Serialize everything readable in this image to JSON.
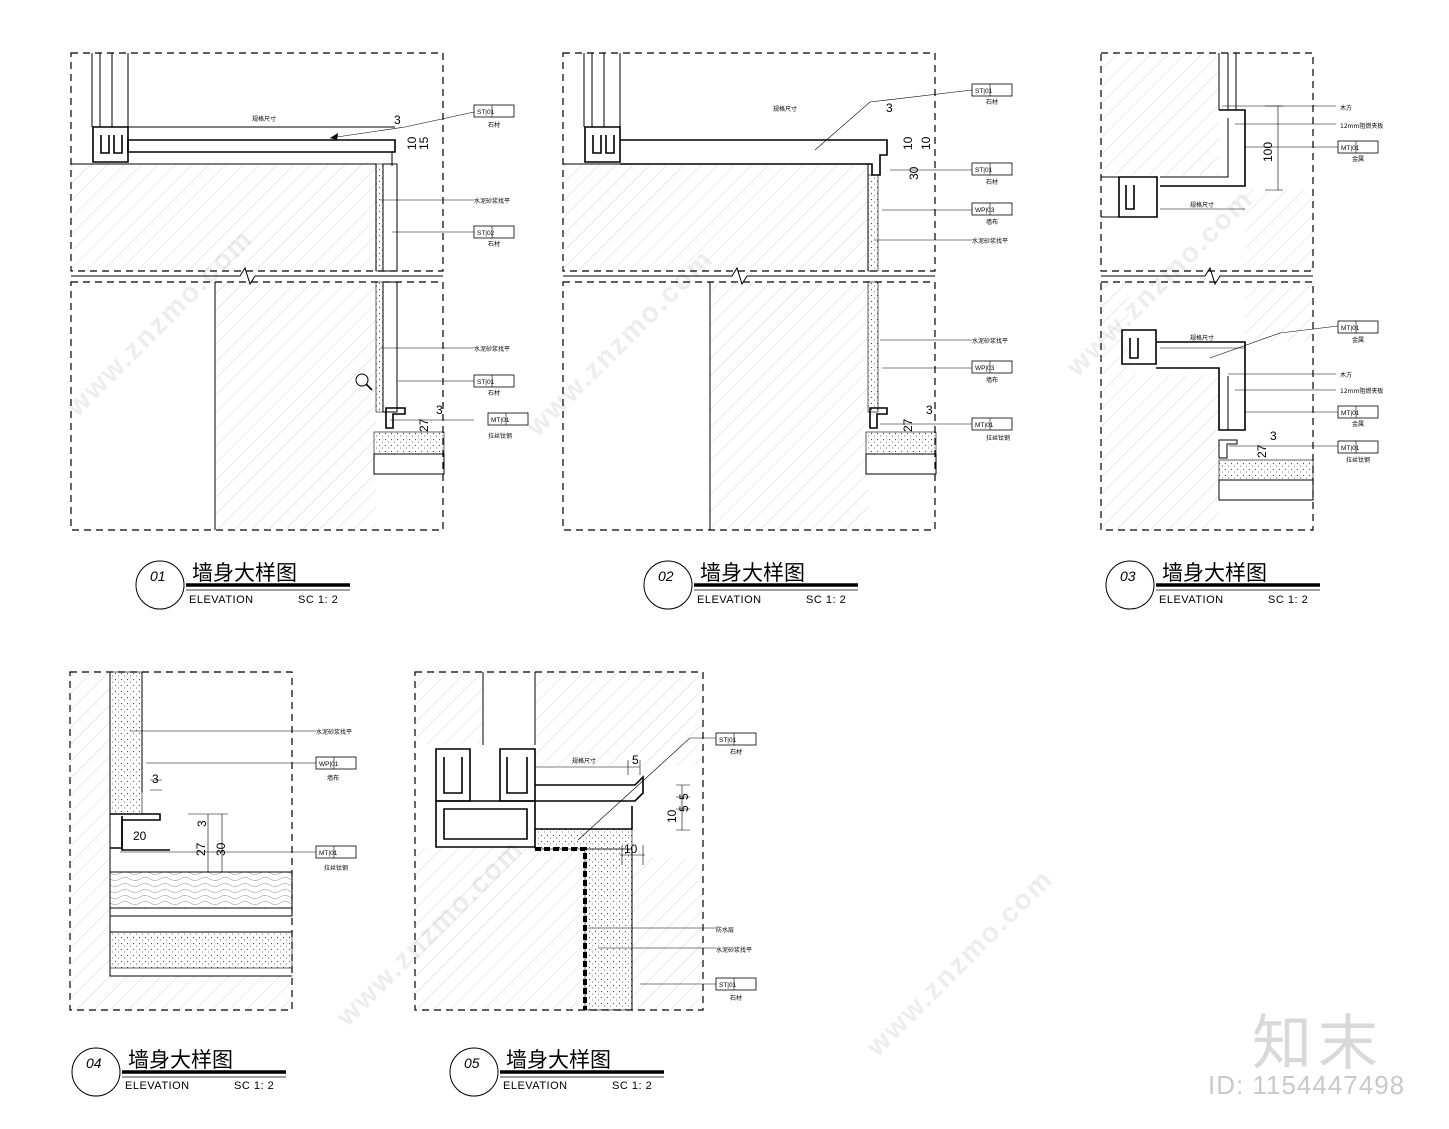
{
  "details": [
    {
      "num": "01",
      "title": "墙身大样图",
      "sub": "ELEVATION",
      "scale": "SC 1: 2",
      "notes": [
        "规格尺寸",
        "石材",
        "水泥砂浆找平",
        "石材",
        "水泥砂浆找平",
        "石材",
        "拉丝钛钢"
      ],
      "tags": [
        "ST|01",
        "ST|02",
        "ST|01",
        "MT|01"
      ],
      "dims": [
        "3",
        "10",
        "15",
        "3",
        "27"
      ]
    },
    {
      "num": "02",
      "title": "墙身大样图",
      "sub": "ELEVATION",
      "scale": "SC 1: 2",
      "notes": [
        "规格尺寸",
        "石材",
        "石材",
        "墙布",
        "水泥砂浆找平",
        "水泥砂浆找平",
        "墙布",
        "拉丝钛钢"
      ],
      "tags": [
        "ST|01",
        "ST|01",
        "WP|03",
        "WP|03",
        "MT|01"
      ],
      "dims": [
        "3",
        "10",
        "10",
        "30",
        "3",
        "27"
      ]
    },
    {
      "num": "03",
      "title": "墙身大样图",
      "sub": "ELEVATION",
      "scale": "SC 1: 2",
      "notes": [
        "木方",
        "12mm阻燃夹板",
        "金属",
        "规格尺寸",
        "规格尺寸",
        "金属",
        "木方",
        "12mm阻燃夹板",
        "金属",
        "拉丝钛钢"
      ],
      "tags": [
        "MT|01",
        "MT|01",
        "MT|01",
        "MT|01"
      ],
      "dims": [
        "100",
        "3",
        "27"
      ]
    },
    {
      "num": "04",
      "title": "墙身大样图",
      "sub": "ELEVATION",
      "scale": "SC 1: 2",
      "notes": [
        "水泥砂浆找平",
        "墙布",
        "拉丝钛钢"
      ],
      "tags": [
        "WP|01",
        "MT|01"
      ],
      "dims": [
        "3",
        "20",
        "3",
        "27",
        "30"
      ]
    },
    {
      "num": "05",
      "title": "墙身大样图",
      "sub": "ELEVATION",
      "scale": "SC 1: 2",
      "notes": [
        "规格尺寸",
        "石材",
        "防水层",
        "水泥砂浆找平",
        "石材"
      ],
      "tags": [
        "ST|01",
        "ST|01"
      ],
      "dims": [
        "5",
        "10",
        "5",
        "5",
        "10"
      ]
    }
  ],
  "watermark": {
    "brand": "知末",
    "id": "ID: 1154447498",
    "site": "www.znzmo.com"
  }
}
